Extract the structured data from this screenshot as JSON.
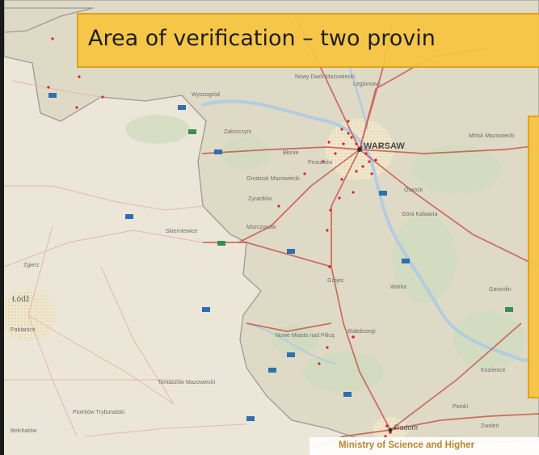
{
  "slide": {
    "title": "Area of verification – two provin",
    "footer": "Ministry of Science and Higher"
  },
  "map": {
    "cities": {
      "warsaw": "WARSAW",
      "lodz": "Łódź",
      "radom": "Radom"
    },
    "places": {
      "legionowo": "Legionowo",
      "wyszogrod": "Wyszogród",
      "zakroczym": "Zakroczym",
      "nowy_dwor": "Nowy Dwór Mazowiecki",
      "pruszkow": "Pruszków",
      "blonie": "Błonie",
      "grodzisk": "Grodzisk Mazowiecki",
      "zyrardow": "Żyrardów",
      "mszczonow": "Mszczonów",
      "skierniewice": "Skierniewice",
      "grojec": "Grójec",
      "warka": "Warka",
      "gora_kalwaria": "Góra Kalwaria",
      "minsk": "Mińsk Mazowiecki",
      "bialobrzegi": "Białobrzegi",
      "nowe_miasto": "Nowe Miasto nad Pilicą",
      "tomaszow": "Tomaszów Mazowiecki",
      "piotrkow": "Piotrków Trybunalski",
      "belchatow": "Bełchatów",
      "pabianice": "Pabianice",
      "zgierz": "Zgierz",
      "kozienice": "Kozienice",
      "pionki": "Pionki",
      "zwolen": "Zwoleń",
      "garwolin": "Garwolin",
      "otwock": "Otwock"
    }
  }
}
